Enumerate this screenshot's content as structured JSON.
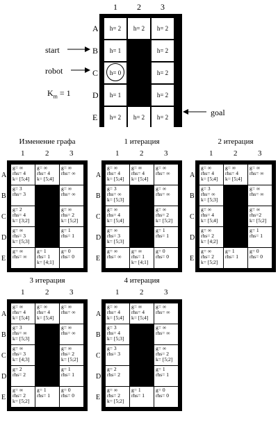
{
  "cols": [
    "1",
    "2",
    "3"
  ],
  "rows": [
    "A",
    "B",
    "C",
    "D",
    "E"
  ],
  "top_grid": {
    "cells": [
      [
        "h= 2",
        "h= 2",
        "h= 2"
      ],
      [
        "h= 1",
        null,
        "h= 2"
      ],
      [
        "h= 0",
        null,
        "h= 2"
      ],
      [
        "h= 1",
        null,
        "h= 2"
      ],
      [
        "h= 2",
        "h= 2",
        "h= 2"
      ]
    ],
    "labels": {
      "start": "start",
      "robot": "robot",
      "goal": "goal",
      "km_base": "K",
      "km_sub": "m",
      "km_rest": " = 1"
    }
  },
  "grids": [
    {
      "title": "Изменение графа",
      "cells": [
        [
          [
            "g= ∞",
            "rhs= 4",
            "k= [5;4]"
          ],
          [
            "g= ∞",
            "rhs= 4",
            "k= [5;4]"
          ],
          [
            "g= ∞",
            "rhs= ∞"
          ]
        ],
        [
          [
            "g= 3",
            "rhs= 3"
          ],
          null,
          [
            "g= ∞",
            "rhs= ∞"
          ]
        ],
        [
          [
            "g= 2",
            "rhs= 4",
            "k= [3;2]"
          ],
          null,
          [
            "g= ∞",
            "rhs= 2",
            "k= [5;2]"
          ]
        ],
        [
          [
            "g= ∞",
            "rhs= 3",
            "k= [5;3]"
          ],
          null,
          [
            "g= 1",
            "rhs= 1"
          ]
        ],
        [
          [
            "g= ∞",
            "rhs= ∞"
          ],
          [
            "g= 1",
            "rhs= 1",
            "k= [4;1]"
          ],
          [
            "g= 0",
            "rhs= 0"
          ]
        ]
      ]
    },
    {
      "title": "1 итерация",
      "cells": [
        [
          [
            "g= ∞",
            "rhs= 4",
            "k= [5;4]"
          ],
          [
            "g= ∞",
            "rhs= 4",
            "k= [5;4]"
          ],
          [
            "g= ∞",
            "rhs= ∞"
          ]
        ],
        [
          [
            "g= 3",
            "rhs= ∞",
            "k= [5;3]"
          ],
          null,
          [
            "g= ∞",
            "rhs= ∞"
          ]
        ],
        [
          [
            "g= ∞",
            "rhs= 4",
            "k= [5;4]"
          ],
          null,
          [
            "g= ∞",
            "rhs= 2",
            "k= [5;2]"
          ]
        ],
        [
          [
            "g= ∞",
            "rhs= 3",
            "k= [5;3]"
          ],
          null,
          [
            "g= 1",
            "rhs= 1"
          ]
        ],
        [
          [
            "g= ∞",
            "rhs= ∞"
          ],
          [
            "g= ∞",
            "rhs= 1",
            "k= [4;1]"
          ],
          [
            "g= 0",
            "rhs= 0"
          ]
        ]
      ]
    },
    {
      "title": "2 итерация",
      "cells": [
        [
          [
            "g= ∞",
            "rhs= 4",
            "k= [5;4]"
          ],
          [
            "g= ∞",
            "rhs= 4",
            "k= [5;4]"
          ],
          [
            "g= ∞",
            "rhs= ∞"
          ]
        ],
        [
          [
            "g= 3",
            "rhs= ∞",
            "k= [5;3]"
          ],
          null,
          [
            "g= ∞",
            "rhs= ∞"
          ]
        ],
        [
          [
            "g= ∞",
            "rhs= 4",
            "k= [5;4]"
          ],
          null,
          [
            "g= ∞",
            "rhs=2",
            "k= [5;2]"
          ]
        ],
        [
          [
            "g= ∞",
            "rhs= 2",
            "k= [4;2]"
          ],
          null,
          [
            "g= 1",
            "rhs= 1"
          ]
        ],
        [
          [
            "g= ∞",
            "rhs= 2",
            "k= [5;2]"
          ],
          [
            "g= 1",
            "rhs= 1"
          ],
          [
            "g= 0",
            "rhs= 0"
          ]
        ]
      ]
    },
    {
      "title": "3 итерация",
      "cells": [
        [
          [
            "g= ∞",
            "rhs= 4",
            "k= [5;4]"
          ],
          [
            "g= ∞",
            "rhs= 4",
            "k= [5;4]"
          ],
          [
            "g= ∞",
            "rhs= ∞"
          ]
        ],
        [
          [
            "g= 3",
            "rhs= ∞",
            "k= [5;3]"
          ],
          null,
          [
            "g= ∞",
            "rhs= ∞"
          ]
        ],
        [
          [
            "g= ∞",
            "rhs= 3",
            "k= [4;3]"
          ],
          null,
          [
            "g= ∞",
            "rhs= 2",
            "k= [5;2]"
          ]
        ],
        [
          [
            "g= 2",
            "rhs= 2"
          ],
          null,
          [
            "g= 1",
            "rhs= 1"
          ]
        ],
        [
          [
            "g= ∞",
            "rhs= 2",
            "k= [5;2]"
          ],
          [
            "g= 1",
            "rhs= 1"
          ],
          [
            "g= 0",
            "rhs= 0"
          ]
        ]
      ]
    },
    {
      "title": "4 итерация",
      "cells": [
        [
          [
            "g= ∞",
            "rhs= 4",
            "k= [5;4]"
          ],
          [
            "g= ∞",
            "rhs= 4",
            "k= [5;4]"
          ],
          [
            "g= ∞",
            "rhs= ∞"
          ]
        ],
        [
          [
            "g= 3",
            "rhs= 4",
            "k= [5;3]"
          ],
          null,
          [
            "g= ∞",
            "rhs= ∞"
          ]
        ],
        [
          [
            "g= 3",
            "rhs= 3"
          ],
          null,
          [
            "g= ∞",
            "rhs= 2",
            "k= [5;2]"
          ]
        ],
        [
          [
            "g= 2",
            "rhs= 2"
          ],
          null,
          [
            "g= 1",
            "rhs= 1"
          ]
        ],
        [
          [
            "g= ∞",
            "rhs= 2",
            "k= [5;2]"
          ],
          [
            "g= 1",
            "rhs= 1"
          ],
          [
            "g= 0",
            "rhs= 0"
          ]
        ]
      ]
    }
  ]
}
